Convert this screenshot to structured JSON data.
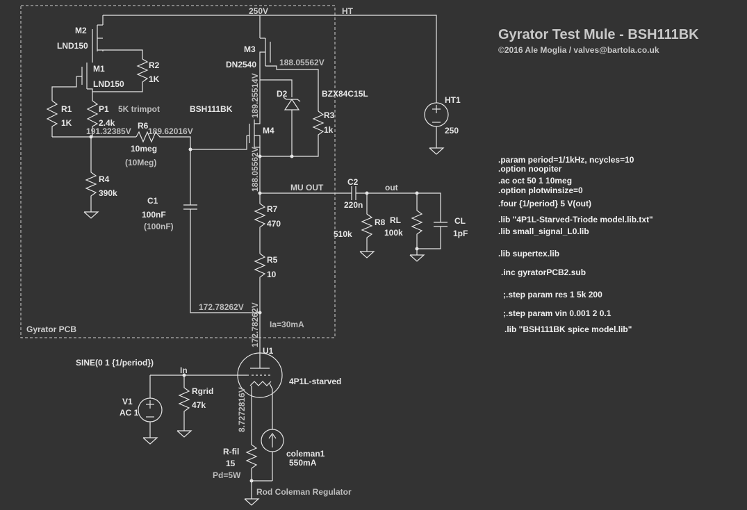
{
  "header": {
    "title": "Gyrator Test Mule - BSH111BK",
    "copyright": "©2016 Ale Moglia / valves@bartola.co.uk"
  },
  "pcb": {
    "label": "Gyrator PCB"
  },
  "nodes": {
    "top_voltage": "250V",
    "ht": "HT",
    "mu_out": "MU OUT",
    "out": "out",
    "in": "In",
    "m3_source": "188.05562V",
    "m3_gate": "189.25514V",
    "m4_source": "188.05562V",
    "r1_node": "191.32385V",
    "r6_node": "189.62016V",
    "cathode_node": "172.78262V",
    "plate_node": "172.78262V",
    "filament_node": "8.7272816V",
    "ia": "Ia=30mA"
  },
  "components": {
    "m2": {
      "name": "M2",
      "model": "LND150"
    },
    "m1": {
      "name": "M1",
      "model": "LND150"
    },
    "r2": {
      "name": "R2",
      "value": "1K"
    },
    "r1": {
      "name": "R1",
      "value": "1K"
    },
    "p1": {
      "name": "P1",
      "value": "2.4k",
      "note": "5K trimpot"
    },
    "r6": {
      "name": "R6",
      "value": "10meg",
      "note": "(10Meg)"
    },
    "r4": {
      "name": "R4",
      "value": "390k"
    },
    "c1": {
      "name": "C1",
      "value": "100nF",
      "note": "(100nF)"
    },
    "m3": {
      "name": "M3",
      "model": "DN2540"
    },
    "d2": {
      "name": "D2",
      "model": "BZX84C15L"
    },
    "r3": {
      "name": "R3",
      "value": "1k"
    },
    "m4": {
      "name": "M4",
      "model": "BSH111BK"
    },
    "r7": {
      "name": "R7",
      "value": "470"
    },
    "r5": {
      "name": "R5",
      "value": "10"
    },
    "c2": {
      "name": "C2",
      "value": "220n"
    },
    "r8": {
      "name": "R8",
      "value": "510k"
    },
    "rl": {
      "name": "RL",
      "value": "100k"
    },
    "cl": {
      "name": "CL",
      "value": "1pF"
    },
    "ht1": {
      "name": "HT1",
      "value": "250"
    },
    "u1": {
      "name": "U1",
      "model": "4P1L-starved"
    },
    "v1": {
      "name": "V1",
      "value": "AC 1",
      "source": "SINE(0 1 {1/period})"
    },
    "rgrid": {
      "name": "Rgrid",
      "value": "47k"
    },
    "rfil": {
      "name": "R-fil",
      "value": "15",
      "note": "Pd=5W"
    },
    "coleman": {
      "name": "coleman1",
      "value": "550mA",
      "note": "Rod Coleman Regulator"
    }
  },
  "spice": [
    ".param period=1/1kHz, ncycles=10",
    ".option noopiter",
    ".ac oct 50 1 10meg",
    ".option plotwinsize=0",
    ".four {1/period} 5 V(out)",
    ".lib \"4P1L-Starved-Triode model.lib.txt\"",
    ".lib small_signal_L0.lib",
    ".lib supertex.lib",
    ".inc gyratorPCB2.sub",
    ";.step param res 1 5k 200",
    ";.step param vin 0.001 2 0.1",
    ".lib \"BSH111BK spice model.lib\""
  ],
  "colors": {
    "background": "#333333",
    "wire": "#e6e6e6"
  }
}
